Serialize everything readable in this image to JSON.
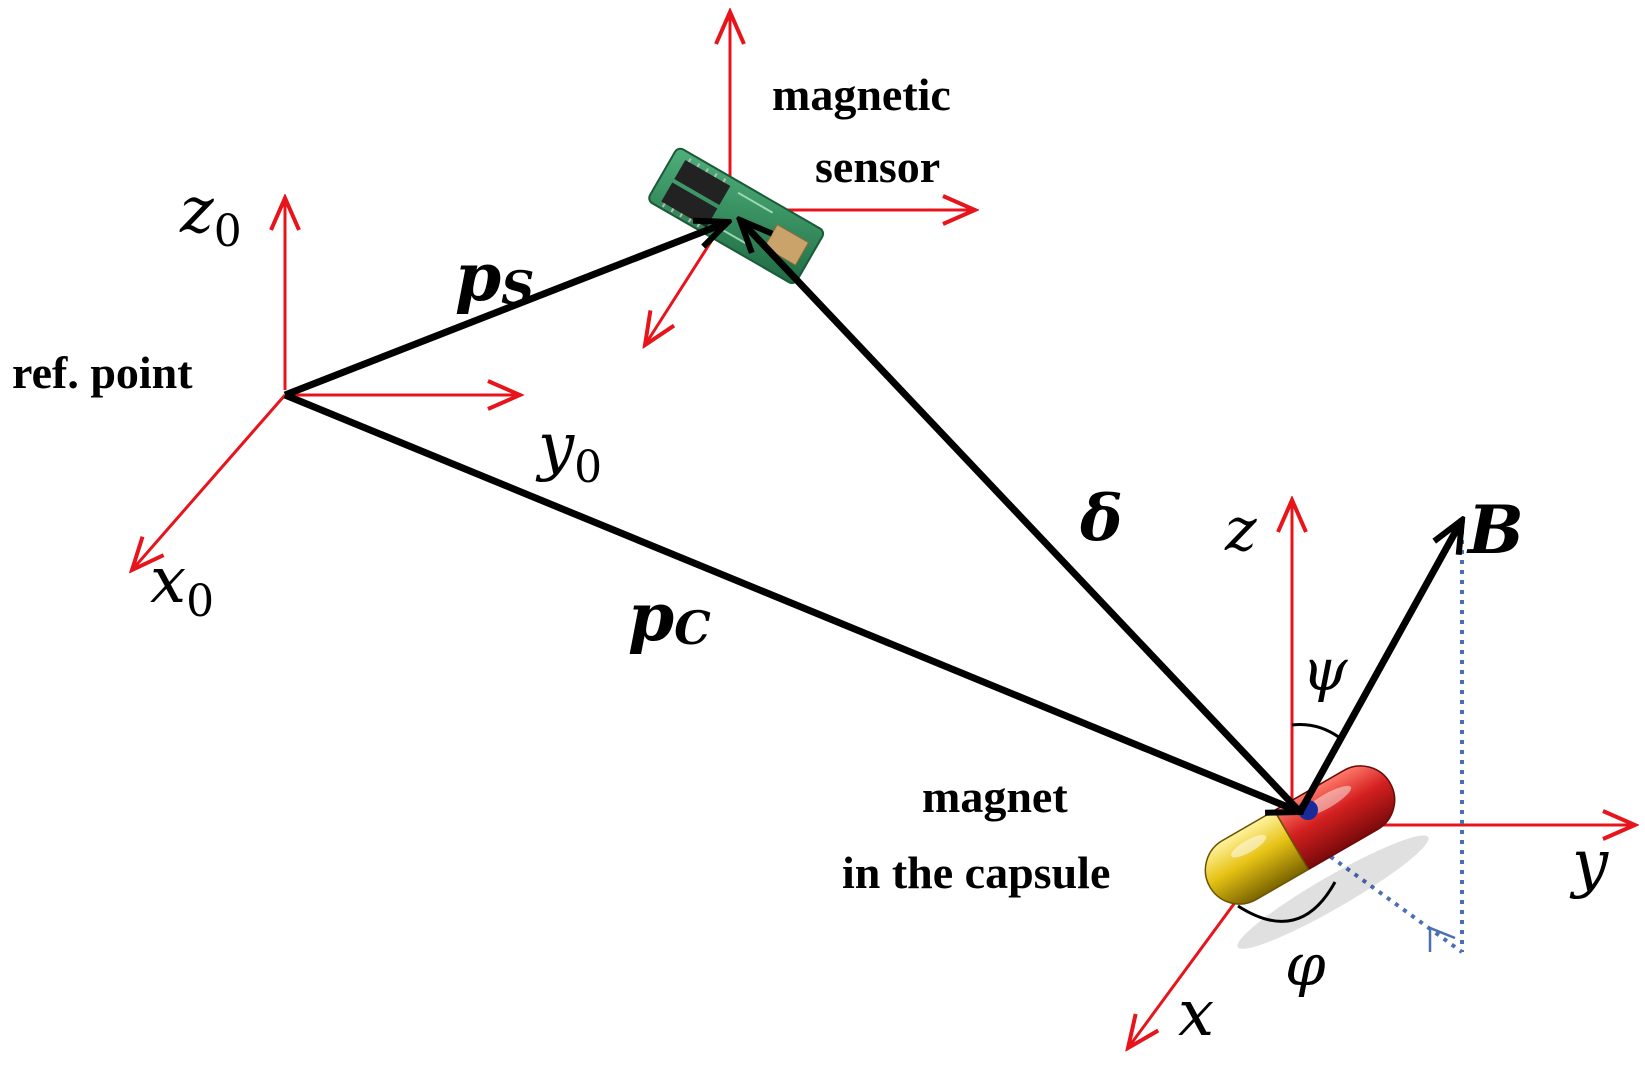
{
  "labels": {
    "ref_point": "ref. point",
    "sensor_line1": "magnetic",
    "sensor_line2": "sensor",
    "magnet_line1": "magnet",
    "magnet_line2": "in the capsule"
  },
  "axes": {
    "z0": "z",
    "y0": "y",
    "x0": "x",
    "sub0": "0",
    "z": "z",
    "y": "y",
    "x": "x"
  },
  "vectors": {
    "ps_main": "p",
    "ps_sub": "S",
    "pc_main": "p",
    "pc_sub": "C",
    "delta": "δ",
    "B": "B"
  },
  "angles": {
    "psi": "ψ",
    "phi": "φ"
  },
  "colors": {
    "axis": "#e8141c",
    "vector": "#000000",
    "projection": "#4a6fb5",
    "pcb": "#2e8b57",
    "capsule_red": "#d42020",
    "capsule_yellow": "#e6c214",
    "magnet": "#1a2a9a"
  },
  "icons": {
    "sensor": "pcb-sensor-icon",
    "capsule": "capsule-icon"
  }
}
